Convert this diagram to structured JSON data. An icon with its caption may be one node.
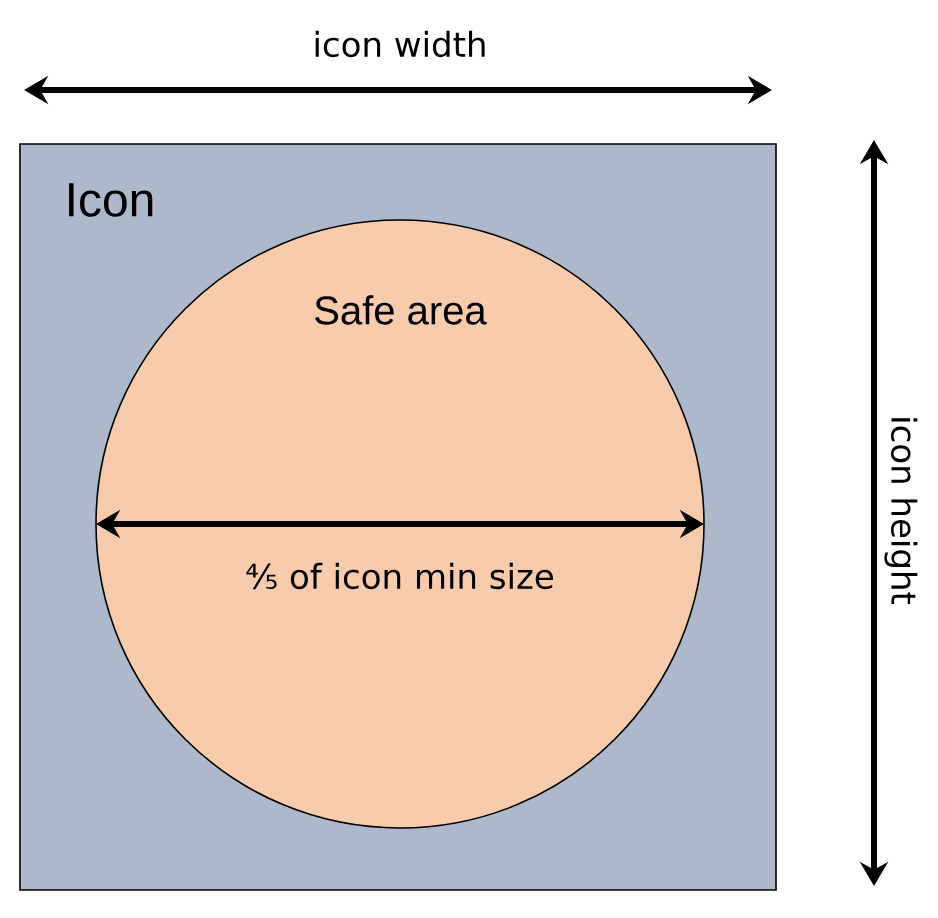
{
  "diagram": {
    "nodes": [
      {
        "text": [
          "Icon"
        ]
      },
      {
        "text": [
          "Safe area"
        ],
        "in": 0
      }
    ],
    "labels": [
      "icon width",
      "icon height",
      "⅘ of icon min size"
    ]
  }
}
